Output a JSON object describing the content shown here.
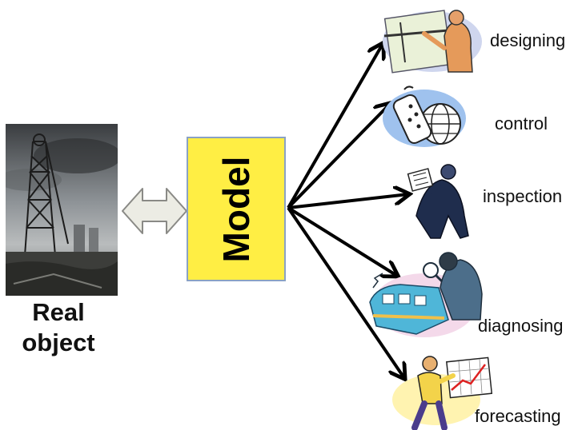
{
  "real_object": {
    "label_line1": "Real",
    "label_line2": "object"
  },
  "model": {
    "label": "Model"
  },
  "outputs": [
    {
      "label": "designing",
      "icon": "designer-at-drafting-board-icon"
    },
    {
      "label": "control",
      "icon": "remote-control-globe-icon"
    },
    {
      "label": "inspection",
      "icon": "inspector-with-clipboard-icon"
    },
    {
      "label": "diagnosing",
      "icon": "detective-with-magnifier-train-icon"
    },
    {
      "label": "forecasting",
      "icon": "person-with-rising-chart-icon"
    }
  ],
  "colors": {
    "model_fill": "#ffee44",
    "model_border": "#8aa2c4",
    "arrow": "#000000",
    "double_arrow_fill": "#ececE4"
  }
}
